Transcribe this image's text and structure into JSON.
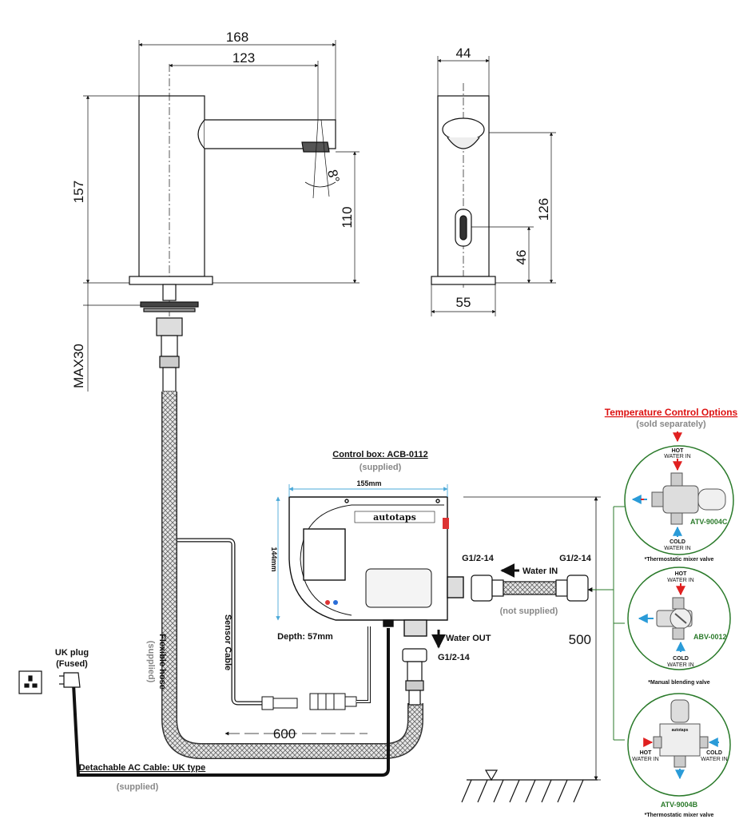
{
  "dimensions": {
    "d168": "168",
    "d123": "123",
    "d157": "157",
    "d110": "110",
    "max30": "MAX30",
    "d44": "44",
    "d126": "126",
    "d46": "46",
    "d55": "55",
    "d600": "600",
    "d500": "500",
    "deg8": "8°"
  },
  "control_box": {
    "title": "Control box: ACB-0112",
    "supplied": "(supplied)",
    "width": "155mm",
    "height": "144mm",
    "depth": "Depth: 57mm",
    "brand": "autotaps"
  },
  "labels": {
    "g12_left": "G1/2-14",
    "g12_right": "G1/2-14",
    "g12_out": "G1/2-14",
    "water_in": "Water IN",
    "not_supplied": "(not supplied)",
    "water_out": "Water OUT",
    "sensor_cable": "Sensor Cable",
    "flexible_hose": "Flexible hose",
    "flexible_hose_supplied": "(supplied)",
    "uk_plug": "UK plug",
    "uk_plug_fused": "(Fused)",
    "ac_cable": "Detachable AC Cable: UK type",
    "ac_cable_supplied": "(supplied)"
  },
  "temperature_options": {
    "title": "Temperature Control Options",
    "subtitle": "(sold separately)",
    "hot": "HOT",
    "cold": "COLD",
    "water_in": "WATER IN",
    "items": [
      {
        "code": "ATV-9004C",
        "caption": "*Thermostatic mixer valve"
      },
      {
        "code": "ABV-0012",
        "caption": "*Manual blending valve"
      },
      {
        "code": "ATV-9004B",
        "caption": "*Thermostatic mixer valve"
      }
    ]
  },
  "colors": {
    "hot": "#e02020",
    "cold": "#2a9bd8",
    "accent_green": "#2a7a2a",
    "dimension_blue": "#4aa8d8",
    "title_red": "#d11111"
  }
}
